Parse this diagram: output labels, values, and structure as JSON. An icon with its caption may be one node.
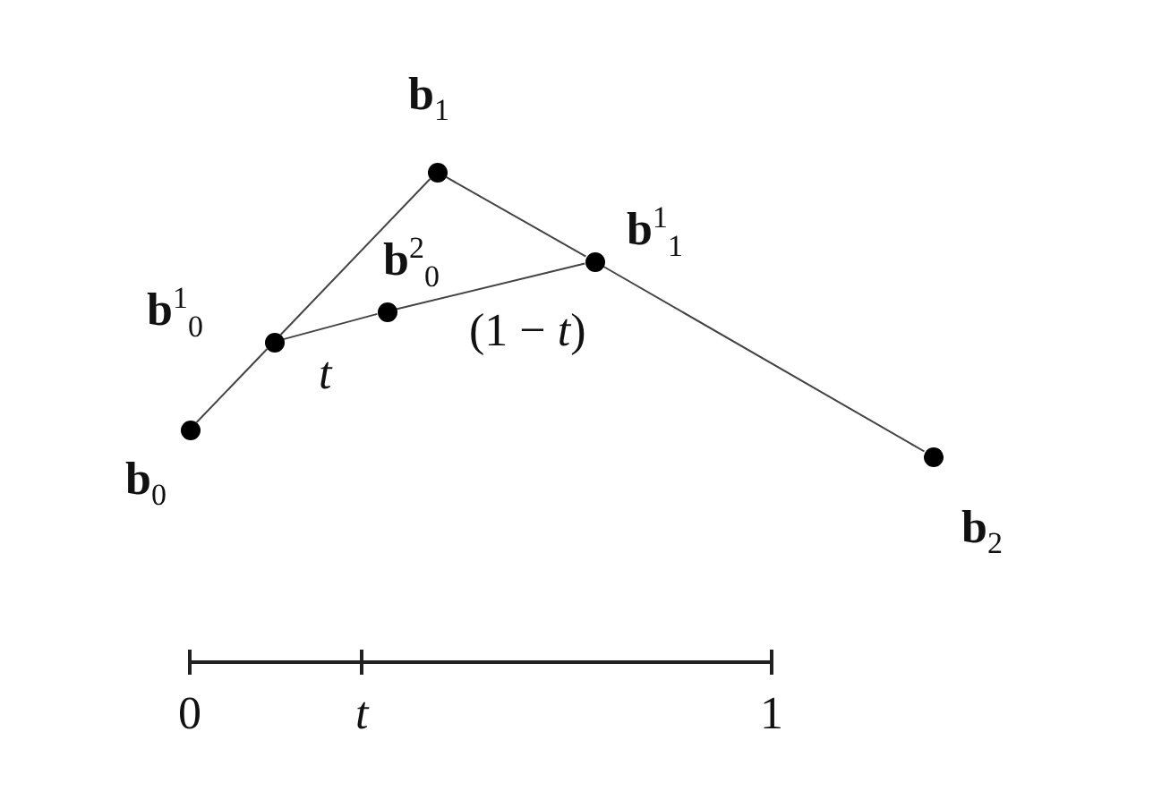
{
  "diagram": {
    "nodes": [
      {
        "text": [],
        "shape": "circle",
        "beside": [
          "**b**$_{0}$"
        ]
      },
      {
        "text": [],
        "shape": "circle",
        "beside": [
          "**b**$^{1}$$_{0}$"
        ]
      },
      {
        "text": [],
        "shape": "circle",
        "beside": [
          "**b**$_{1}$"
        ]
      },
      {
        "text": [],
        "shape": "circle",
        "beside": [
          "**b**$^{2}$$_{0}$"
        ]
      },
      {
        "text": [],
        "shape": "circle",
        "beside": [
          "**b**$^{1}$$_{1}$"
        ]
      },
      {
        "text": [],
        "shape": "circle",
        "beside": [
          "**b**$_{2}$"
        ]
      }
    ],
    "edges": [
      {
        "from": 0,
        "to": 1,
        "arrow": "none"
      },
      {
        "from": 1,
        "to": 2,
        "arrow": "none"
      },
      {
        "from": 2,
        "to": 4,
        "arrow": "none"
      },
      {
        "from": 4,
        "to": 5,
        "arrow": "none"
      },
      {
        "from": 1,
        "to": 3,
        "arrow": "none",
        "label": "*t*"
      },
      {
        "from": 3,
        "to": 4,
        "arrow": "none",
        "label": "(1 − *t*)"
      }
    ],
    "labels": [
      "0",
      "t",
      "1"
    ]
  }
}
